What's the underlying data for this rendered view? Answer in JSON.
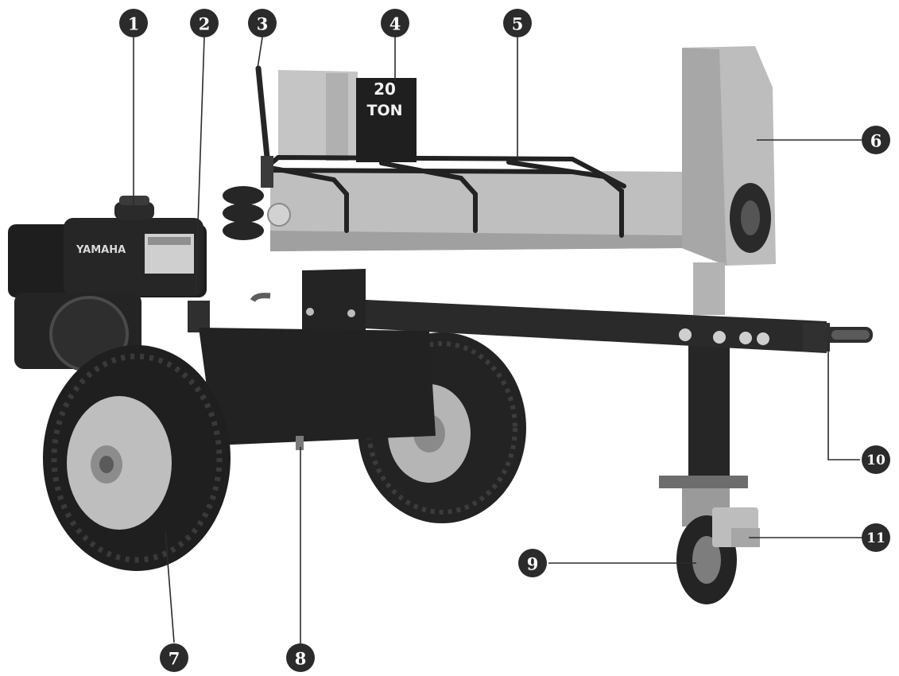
{
  "plate": {
    "line1": "20",
    "line2": "TON"
  },
  "engine_brand": "YAMAHA",
  "callouts": [
    {
      "id": "c1",
      "number": "1"
    },
    {
      "id": "c2",
      "number": "2"
    },
    {
      "id": "c3",
      "number": "3"
    },
    {
      "id": "c4",
      "number": "4"
    },
    {
      "id": "c5",
      "number": "5"
    },
    {
      "id": "c6",
      "number": "6"
    },
    {
      "id": "c7",
      "number": "7"
    },
    {
      "id": "c8",
      "number": "8"
    },
    {
      "id": "c9",
      "number": "9"
    },
    {
      "id": "c10",
      "number": "10"
    },
    {
      "id": "c11",
      "number": "11"
    }
  ]
}
